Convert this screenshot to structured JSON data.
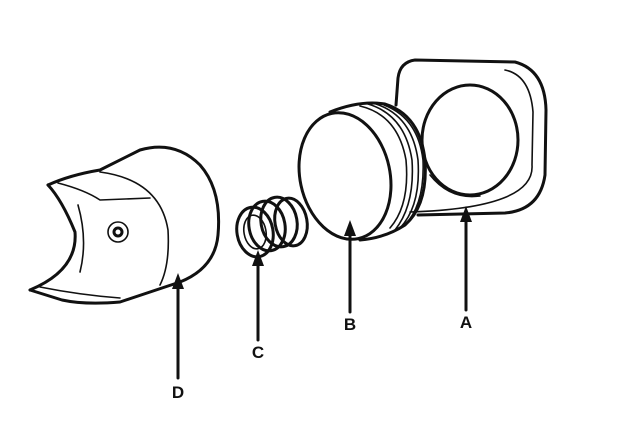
{
  "diagram": {
    "parts": [
      {
        "id": "A",
        "label": "A"
      },
      {
        "id": "B",
        "label": "B"
      },
      {
        "id": "C",
        "label": "C"
      },
      {
        "id": "D",
        "label": "D"
      }
    ],
    "colors": {
      "ink": "#111111",
      "background": "#ffffff"
    }
  }
}
